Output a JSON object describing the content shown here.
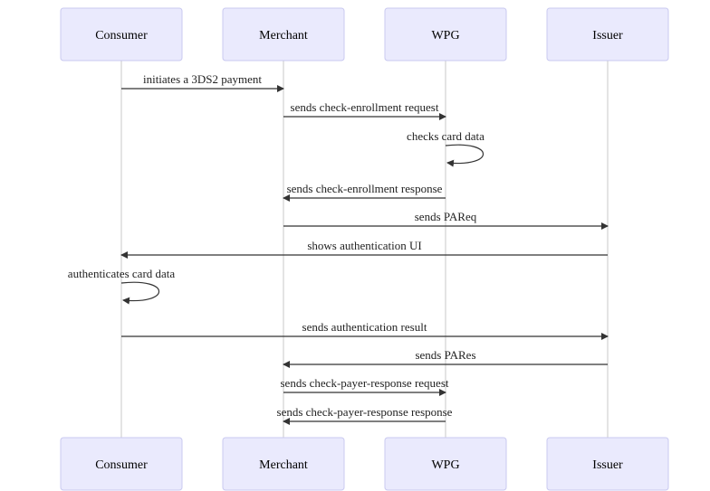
{
  "participants": [
    {
      "id": "consumer",
      "label": "Consumer"
    },
    {
      "id": "merchant",
      "label": "Merchant"
    },
    {
      "id": "wpg",
      "label": "WPG"
    },
    {
      "id": "issuer",
      "label": "Issuer"
    }
  ],
  "messages": [
    {
      "from": 0,
      "to": 1,
      "label": "initiates a 3DS2 payment"
    },
    {
      "from": 1,
      "to": 2,
      "label": "sends check-enrollment request"
    },
    {
      "from": 2,
      "to": 2,
      "label": "checks card data"
    },
    {
      "from": 2,
      "to": 1,
      "label": "sends check-enrollment response"
    },
    {
      "from": 1,
      "to": 3,
      "label": "sends PAReq"
    },
    {
      "from": 3,
      "to": 0,
      "label": "shows authentication UI"
    },
    {
      "from": 0,
      "to": 0,
      "label": "authenticates card data"
    },
    {
      "from": 0,
      "to": 3,
      "label": "sends authentication result"
    },
    {
      "from": 3,
      "to": 1,
      "label": "sends PARes"
    },
    {
      "from": 1,
      "to": 2,
      "label": "sends check-payer-response request"
    },
    {
      "from": 2,
      "to": 1,
      "label": "sends check-payer-response response"
    }
  ],
  "colors": {
    "actor_fill": "#eaeafd",
    "actor_border": "#c9c9f0",
    "lifeline": "#c8c8c8",
    "message_line": "#333333"
  }
}
